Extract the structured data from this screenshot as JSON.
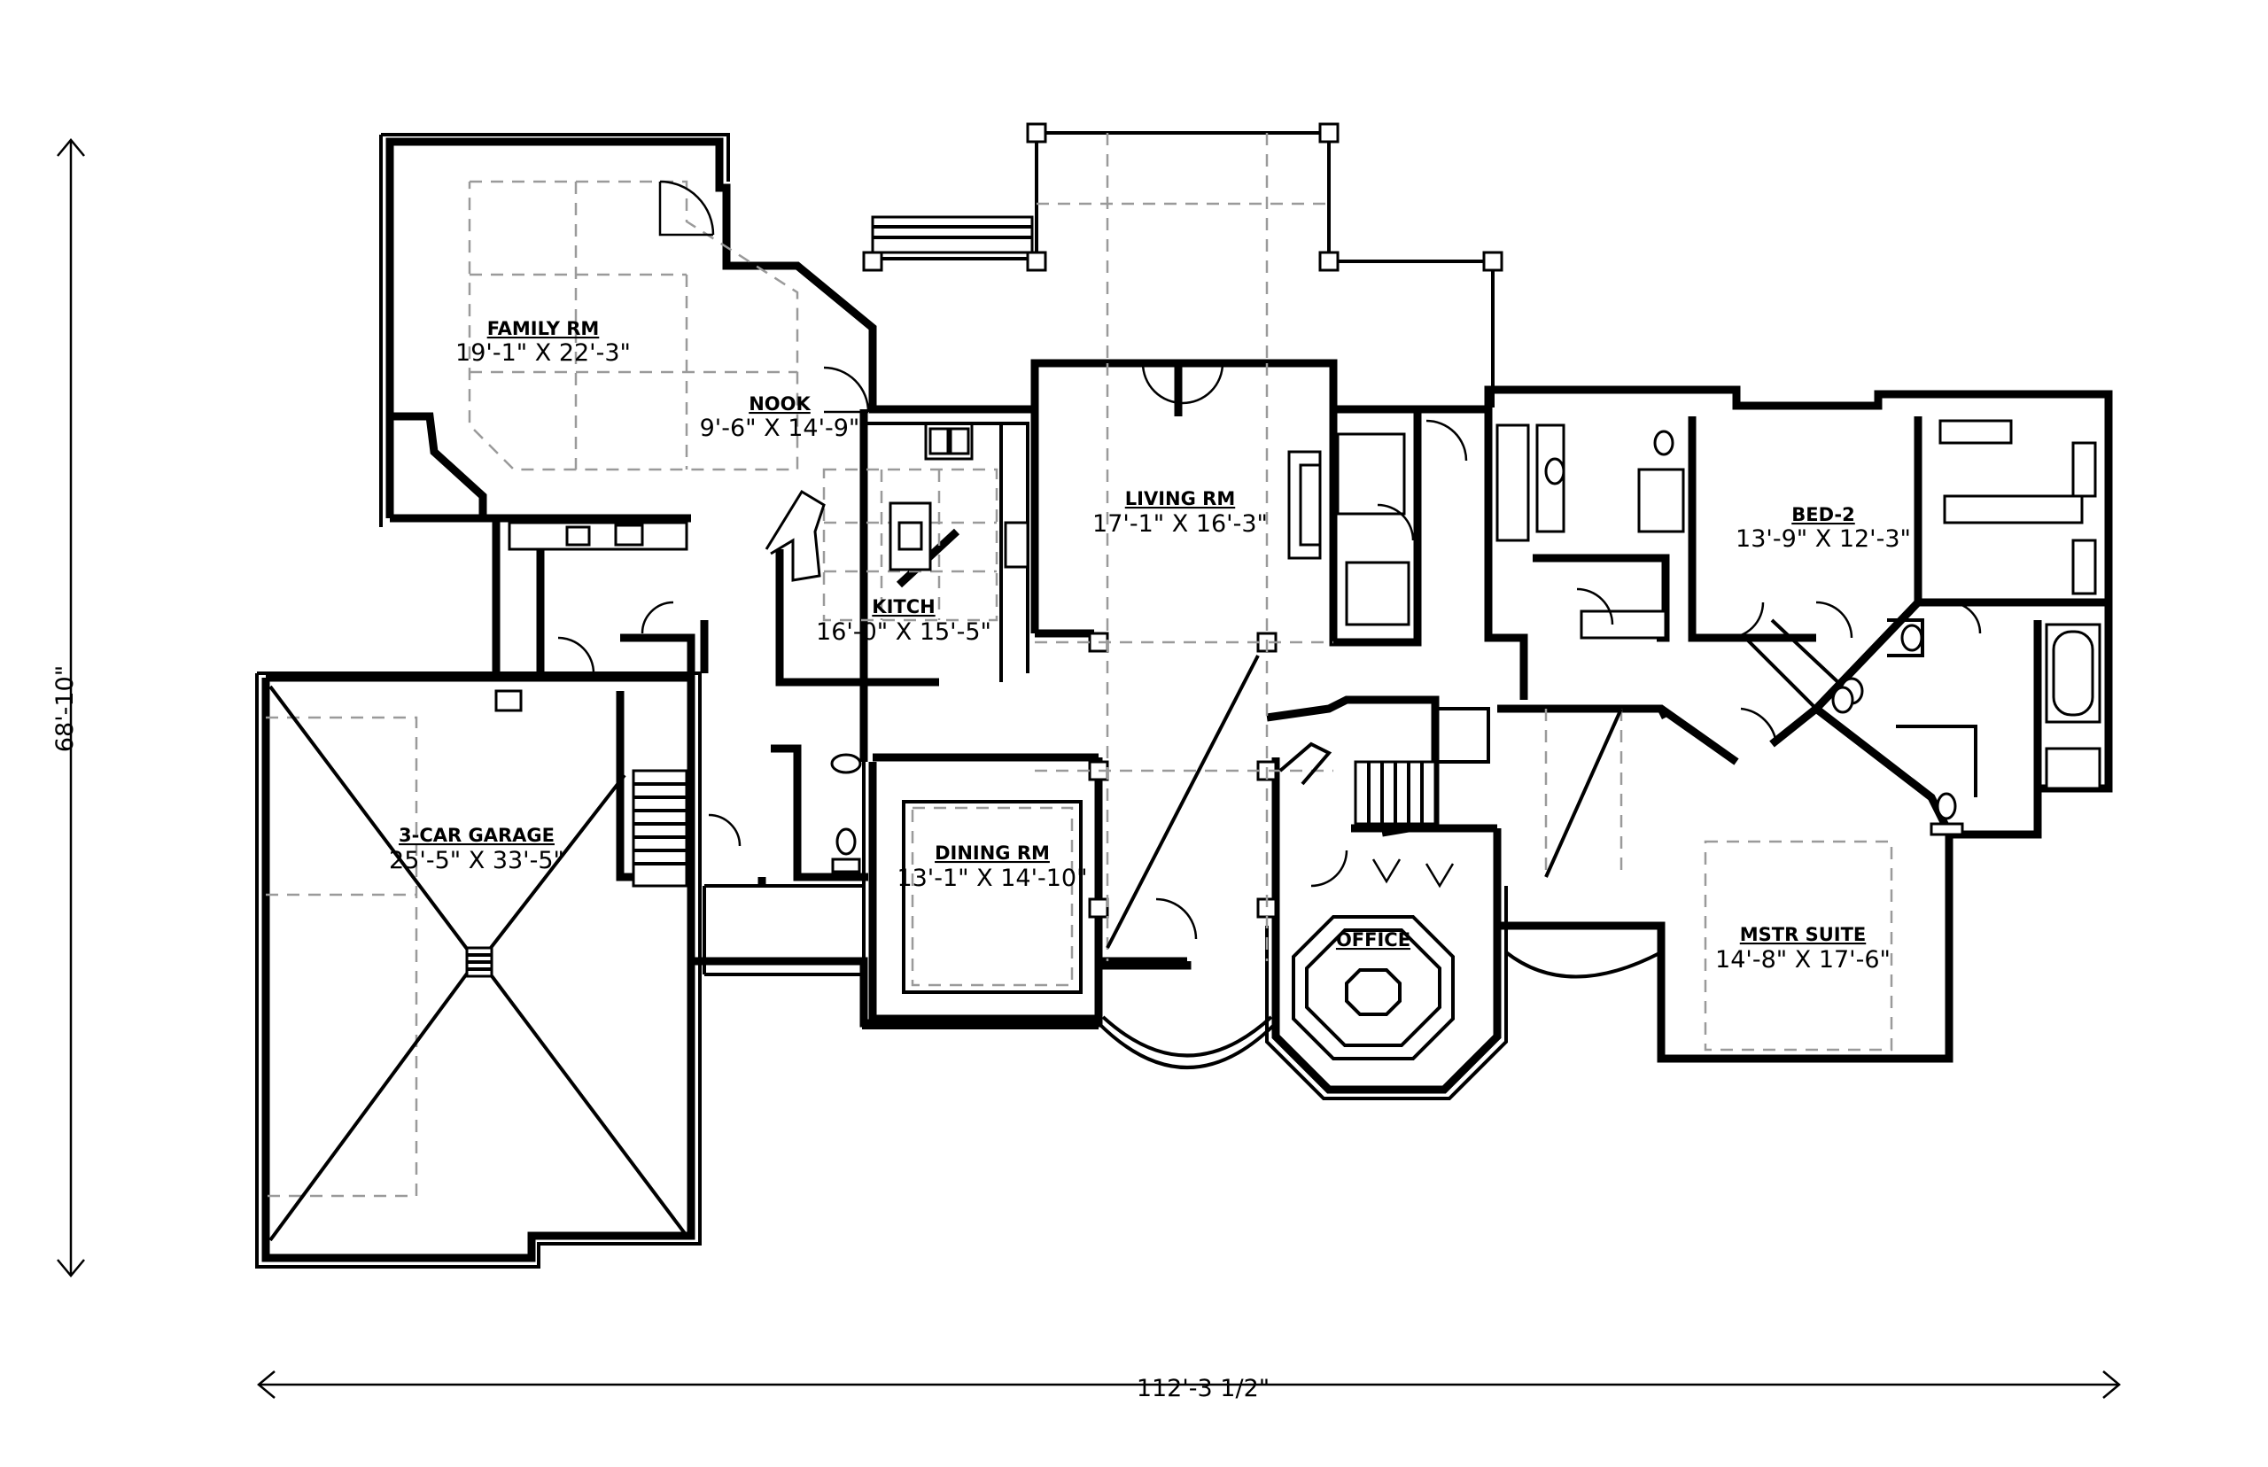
{
  "dimensions": {
    "overall_width": "112'-3 1/2\"",
    "overall_depth": "68'-10\""
  },
  "rooms": {
    "family": {
      "name": "FAMILY RM",
      "size": "19'-1\" X 22'-3\""
    },
    "nook": {
      "name": "NOOK",
      "size": "9'-6\" X 14'-9\""
    },
    "kitchen": {
      "name": "KITCH",
      "size": "16'-0\" X 15'-5\""
    },
    "living": {
      "name": "LIVING RM",
      "size": "17'-1\" X 16'-3\""
    },
    "bed2": {
      "name": "BED-2",
      "size": "13'-9\" X 12'-3\""
    },
    "garage": {
      "name": "3-CAR GARAGE",
      "size": "25'-5\" X 33'-5\""
    },
    "dining": {
      "name": "DINING RM",
      "size": "13'-1\" X 14'-10\""
    },
    "office": {
      "name": "OFFICE"
    },
    "master": {
      "name": "MSTR SUITE",
      "size": "14'-8\" X 17'-6\""
    }
  }
}
